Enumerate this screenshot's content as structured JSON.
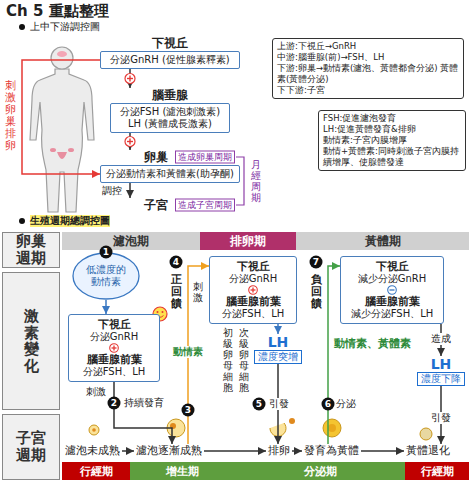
{
  "diagram": {
    "title": "Ch 5 重點整理",
    "nodes": [
      {
        "text": [
          "下視丘",
          "分泌GnRH (促性腺素釋素)"
        ]
      },
      {
        "text": [
          "上游:下視丘→GnRH",
          "中游:腦垂腺(前)→FSH、LH",
          "下游:卵巢→動情素(濾泡、黃體都會分泌) 黃體素(黃體分泌)",
          "下下游:子宮"
        ]
      },
      {
        "text": [
          "腦垂腺",
          "分泌FSH (濾泡刺激素) LH (黃體成長激素)"
        ]
      },
      {
        "text": [
          "FSH:促進濾泡發育",
          "LH:促進黃體發育&排卵",
          "動情素:子宮內膜增厚",
          "動情+黃體素:同時刺激子宮內膜持續增厚、使腺體發達"
        ]
      },
      {
        "text": [
          "卵巢",
          "分泌動情素和黃體素(助孕酮)"
        ]
      },
      {
        "text": [
          "子宮"
        ]
      },
      {
        "text": [
          "卵巢週期"
        ]
      },
      {
        "text": [
          "濾泡期"
        ]
      },
      {
        "text": [
          "排卵期"
        ]
      },
      {
        "text": [
          "黃體期"
        ]
      },
      {
        "text": [
          "激素變化"
        ]
      },
      {
        "text": [
          "低濃度的動情素"
        ]
      },
      {
        "text": [
          "下視丘",
          "分泌GnRH",
          "腦垂腺前葉",
          "分泌FSH、LH"
        ]
      },
      {
        "text": [
          "下視丘",
          "減少分泌GnRH",
          "腦垂腺前葉",
          "減少分泌FSH、LH"
        ]
      },
      {
        "text": [
          "下視丘",
          "分泌GnRH",
          "腦垂腺前葉",
          "分泌FSH、LH"
        ]
      },
      {
        "text": [
          "LH",
          "濃度突增"
        ]
      },
      {
        "text": [
          "LH",
          "濃度下降"
        ]
      },
      {
        "text": [
          "子宮週期"
        ]
      },
      {
        "text": [
          "濾泡未成熟"
        ]
      },
      {
        "text": [
          "濾泡逐漸成熟"
        ]
      },
      {
        "text": [
          "排卵"
        ]
      },
      {
        "text": [
          "發育為黃體"
        ]
      },
      {
        "text": [
          "黃體退化"
        ]
      },
      {
        "text": [
          "行經期"
        ]
      },
      {
        "text": [
          "增生期"
        ]
      },
      {
        "text": [
          "分泌期"
        ]
      },
      {
        "text": [
          "行經期"
        ]
      }
    ],
    "edges": [
      {
        "from": 0,
        "to": 2,
        "arrow": "to"
      },
      {
        "from": 2,
        "to": 4,
        "arrow": "to"
      },
      {
        "from": 4,
        "to": 5,
        "arrow": "to",
        "label": "調控"
      },
      {
        "from": 0,
        "to": 4,
        "arrow": "to",
        "label": "刺激卵巢排卵"
      },
      {
        "from": 11,
        "to": 14,
        "arrow": "to"
      },
      {
        "from": 14,
        "to": 19,
        "arrow": "to",
        "label": "刺激"
      },
      {
        "from": 19,
        "to": 12,
        "arrow": "to",
        "label": "動情素"
      },
      {
        "from": 12,
        "to": 15,
        "arrow": "to"
      },
      {
        "from": 15,
        "to": 20,
        "arrow": "to",
        "label": "引發"
      },
      {
        "from": 21,
        "to": 13,
        "arrow": "to",
        "label": "分泌"
      },
      {
        "from": 13,
        "to": 16,
        "arrow": "to",
        "label": "造成"
      },
      {
        "from": 16,
        "to": 22,
        "arrow": "to",
        "label": "引發"
      },
      {
        "from": 18,
        "to": 19,
        "arrow": "to"
      },
      {
        "from": 19,
        "to": 20,
        "arrow": "to"
      },
      {
        "from": 20,
        "to": 21,
        "arrow": "to"
      },
      {
        "from": 21,
        "to": 22,
        "arrow": "to"
      }
    ],
    "labels": [
      "上中下游調控圖",
      "造成卵巢周期",
      "造成子宮周期",
      "月經周期",
      "生殖週期總調控圖",
      "1",
      "2",
      "持續發育",
      "3",
      "4",
      "正回饋",
      "刺激",
      "初級卵母細胞",
      "次級卵母細胞",
      "5",
      "6",
      "7",
      "負回饋",
      "動情素、黃體素"
    ]
  }
}
